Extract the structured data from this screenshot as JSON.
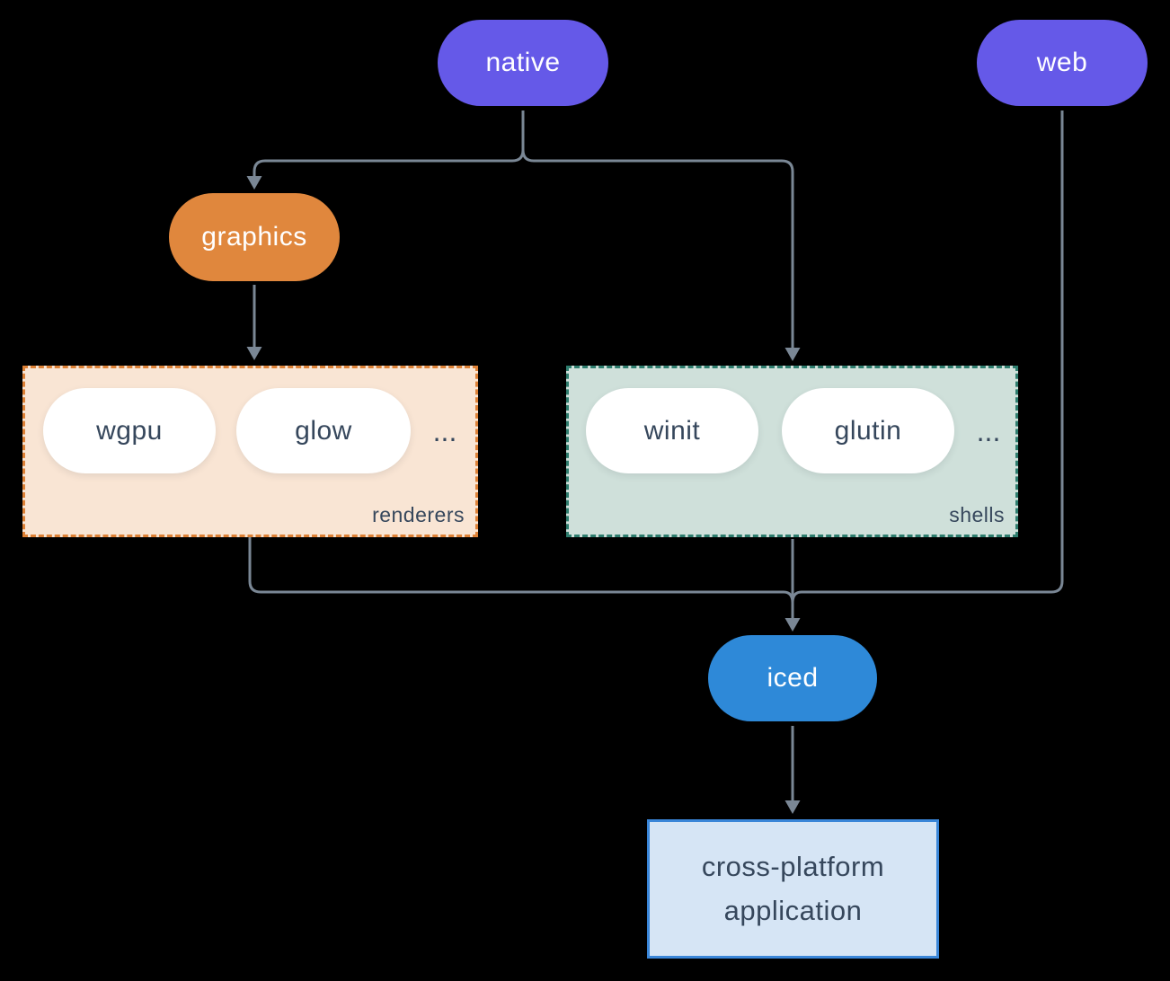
{
  "nodes": {
    "native": {
      "label": "native",
      "color": "#6559E8"
    },
    "web": {
      "label": "web",
      "color": "#6559E8"
    },
    "graphics": {
      "label": "graphics",
      "color": "#E0873D"
    },
    "iced": {
      "label": "iced",
      "color": "#2E89D8"
    },
    "application": {
      "label": "cross-platform application",
      "bg": "#D6E5F5",
      "border": "#3A86D8"
    }
  },
  "groups": {
    "renderers": {
      "label": "renderers",
      "items": [
        "wgpu",
        "glow"
      ],
      "ellipsis": "...",
      "bg": "#F9E5D4",
      "border": "#DD8136"
    },
    "shells": {
      "label": "shells",
      "items": [
        "winit",
        "glutin"
      ],
      "ellipsis": "...",
      "bg": "#CFE0DA",
      "border": "#2E7D6E"
    }
  },
  "colors": {
    "background": "#000000",
    "connector": "#7A8795",
    "text_dark": "#36475C",
    "text_light": "#FFFFFF"
  }
}
